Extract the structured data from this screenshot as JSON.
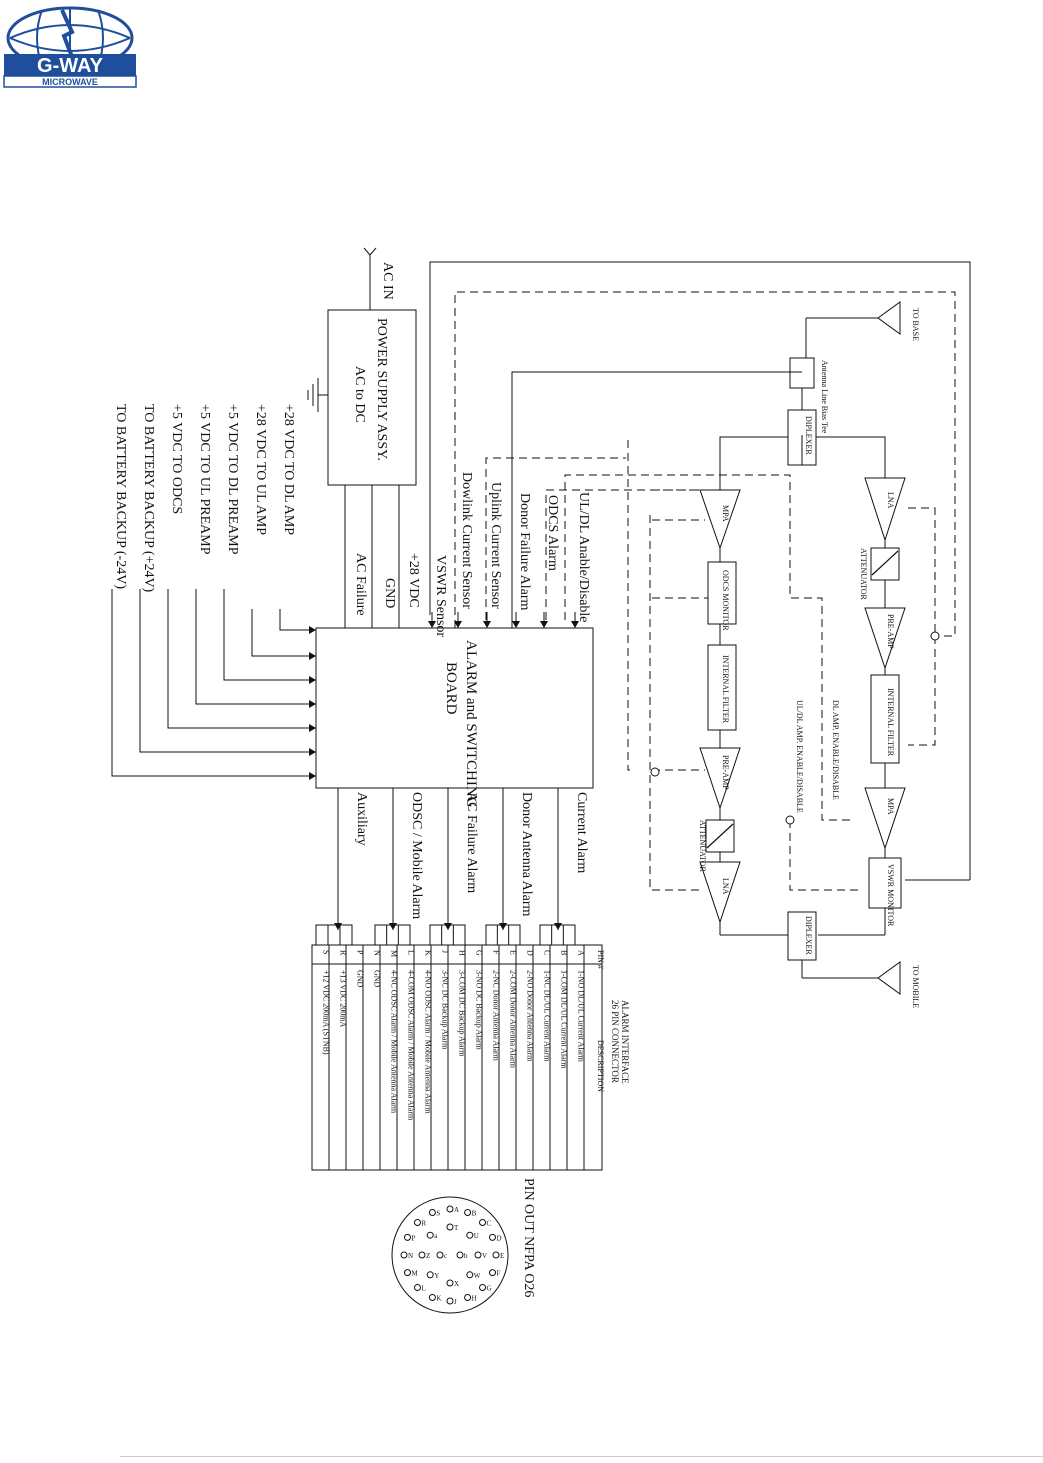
{
  "logo": {
    "brand": "G-WAY",
    "sub": "MICROWAVE",
    "accent": "#1f4e9c"
  },
  "power_supply": {
    "ac_in": "AC IN",
    "title": "POWER SUPPLY ASSY.",
    "subtitle": "AC to DC",
    "outputs": [
      "+28 VDC TO DL AMP",
      "+28 VDC TO UL AMP",
      "+5 VDC TO DL PREAMP",
      "+5 VDC TO UL PREAMP",
      "+5 VDC TO ODCS",
      "TO BATTERY BACKUP (+24V)",
      "TO BATTERY BACKUP (-24V)"
    ]
  },
  "board": {
    "title1": "ALARM and SWITCHING",
    "title2": "BOARD",
    "inputs": [
      "AC Failure",
      "GND",
      "+28 VDC",
      "VSWR Sensor",
      "Dowlink Current Sensor",
      "Uplink Current Sensor",
      "Donor Failure Alarm",
      "ODCS Alarm",
      "UL/DL Anable/Disable"
    ],
    "outputs": [
      "Auxiliary",
      "ODSC / Mobile Alarm",
      "AC Failure Alarm",
      "Donor Antenna Alarm",
      "Current Alarm"
    ]
  },
  "rf": {
    "to_base": "TO BASE",
    "to_mobile": "TO MOBILE",
    "bias_tee": "Antenna Line Bias Tee",
    "diplexer": "DIPLEXER",
    "lna": "LNA",
    "attenuator": "ATTENUATOR",
    "preamp": "PRE-AMP",
    "filter": "INTERNAL FILTER",
    "mpa": "MPA",
    "vswr": "VSWR MONITOR",
    "odcs": "ODCS MONITOR",
    "dl_enable": "DL AMP. ENABLE/DISABLE",
    "uldl_enable": "UL/DL AMP. ENABLE/DISABLE"
  },
  "alarm_table": {
    "title": "ALARM INTERFACE",
    "subtitle": "26 PIN CONNECTOR",
    "headers": [
      "PIN #",
      "DESCRIPTION"
    ],
    "rows": [
      [
        "A",
        "1-NO DL/UL Current Alarm"
      ],
      [
        "B",
        "1-COM DL/UL Current Alarm"
      ],
      [
        "C",
        "1-NC DL/UL Current Alarm"
      ],
      [
        "D",
        "2-NO Donor Antenna Alarm"
      ],
      [
        "E",
        "2-COM Donor Antenna Alarm"
      ],
      [
        "F",
        "2-NC Donor Antenna Alarm"
      ],
      [
        "G",
        "3-NO DC Backup Alarm"
      ],
      [
        "H",
        "3-COM DC Backup Alarm"
      ],
      [
        "J",
        "3-NC DC Backup Alarm"
      ],
      [
        "K",
        "4-NO ODSC Alarm / Mobile Antenna Alarm"
      ],
      [
        "L",
        "4-COM ODSC Alarm / Mobile Antenna Alarm"
      ],
      [
        "M",
        "4-NC ODSC Alarm / Mobile Antenna Alarm"
      ],
      [
        "N",
        "GND"
      ],
      [
        "P",
        "GND"
      ],
      [
        "R",
        "+13 VDC 200mA"
      ],
      [
        "S",
        "+12 VDC 200mA (STNB)"
      ]
    ]
  },
  "pinout": {
    "title": "PIN OUT NFPA O26",
    "pins": [
      "A",
      "B",
      "C",
      "D",
      "E",
      "F",
      "G",
      "H",
      "J",
      "K",
      "L",
      "M",
      "N",
      "P",
      "R",
      "S",
      "T",
      "U",
      "V",
      "W",
      "X",
      "Y",
      "Z",
      "a",
      "b",
      "c"
    ]
  }
}
